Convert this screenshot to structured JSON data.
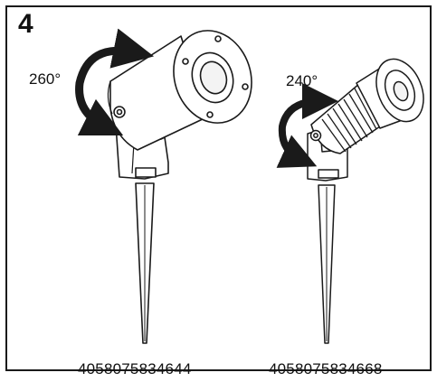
{
  "figure": {
    "step_number": "4",
    "products": [
      {
        "rotation_label": "260°",
        "article_number": "4058075834644"
      },
      {
        "rotation_label": "240°",
        "article_number": "4058075834668"
      }
    ]
  },
  "colors": {
    "line": "#1a1a1a",
    "fill": "#ffffff"
  }
}
